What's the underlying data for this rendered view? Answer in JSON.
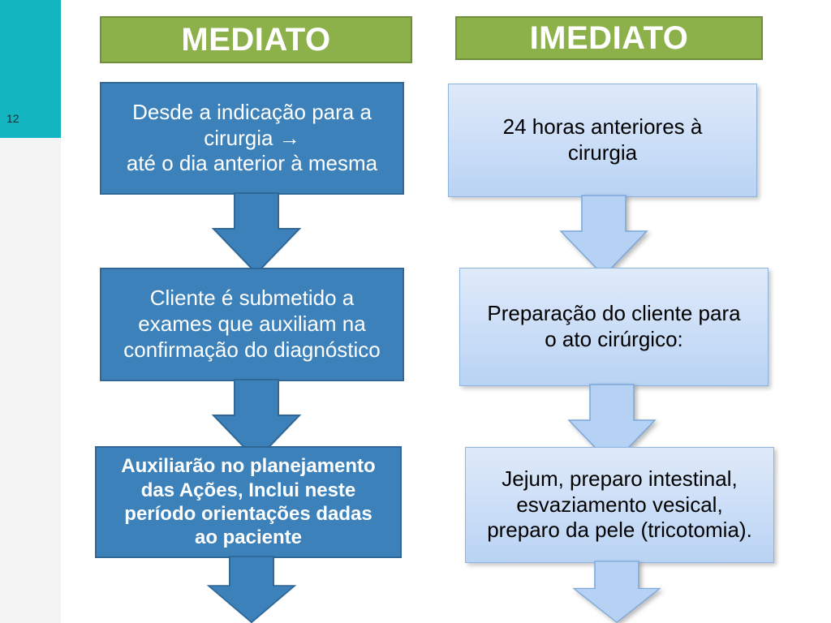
{
  "slide": {
    "number": "12",
    "accent_teal": "#12b5c0",
    "accent_green": "#8cb14a",
    "accent_blue_dark": "#3c81ba",
    "accent_blue_light": "#cfe1f7"
  },
  "columns": [
    {
      "id": "mediato",
      "header": "MEDIATO",
      "style": "dark",
      "steps": [
        {
          "text": "Desde a indicação para a cirurgia →\nainté o dia anterior à mesma",
          "lines": [
            "Desde a indicação para a",
            "cirurgia →",
            "até o dia anterior à mesma"
          ],
          "bold": false
        },
        {
          "lines": [
            "Cliente é submetido a",
            "exames que auxiliam na",
            "confirmação do diagnóstico"
          ],
          "bold": false
        },
        {
          "lines": [
            "Auxiliarão no planejamento",
            "das Ações, Inclui neste",
            "período orientações dadas",
            "ao paciente"
          ],
          "bold": true
        }
      ]
    },
    {
      "id": "imediato",
      "header": "IMEDIATO",
      "style": "light",
      "steps": [
        {
          "lines": [
            "24 horas anteriores à",
            "cirurgia"
          ],
          "bold": false
        },
        {
          "lines": [
            "Preparação do cliente para",
            "o ato cirúrgico:"
          ],
          "bold": false
        },
        {
          "lines": [
            "Jejum, preparo intestinal,",
            "esvaziamento vesical,",
            "preparo da pele (tricotomia)."
          ],
          "bold": false
        }
      ]
    }
  ],
  "text": {
    "mediato_header": "MEDIATO",
    "imediato_header": "IMEDIATO",
    "l1_line1": "Desde a indicação para a",
    "l1_line2": "cirurgia →",
    "l1_line3": "até o dia anterior à mesma",
    "l2_line1": "Cliente é submetido a",
    "l2_line2": "exames que auxiliam na",
    "l2_line3": "confirmação do diagnóstico",
    "l3_line1": "Auxiliarão no planejamento",
    "l3_line2": "das Ações, Inclui neste",
    "l3_line3": "período orientações dadas",
    "l3_line4": "ao paciente",
    "r1_line1": "24 horas anteriores à",
    "r1_line2": "cirurgia",
    "r2_line1": "Preparação do cliente para",
    "r2_line2": "o ato cirúrgico:",
    "r3_line1": "Jejum, preparo intestinal,",
    "r3_line2": "esvaziamento vesical,",
    "r3_line3": "preparo da pele (tricotomia)."
  },
  "icons": {
    "down_arrow": "down-block-arrow"
  }
}
